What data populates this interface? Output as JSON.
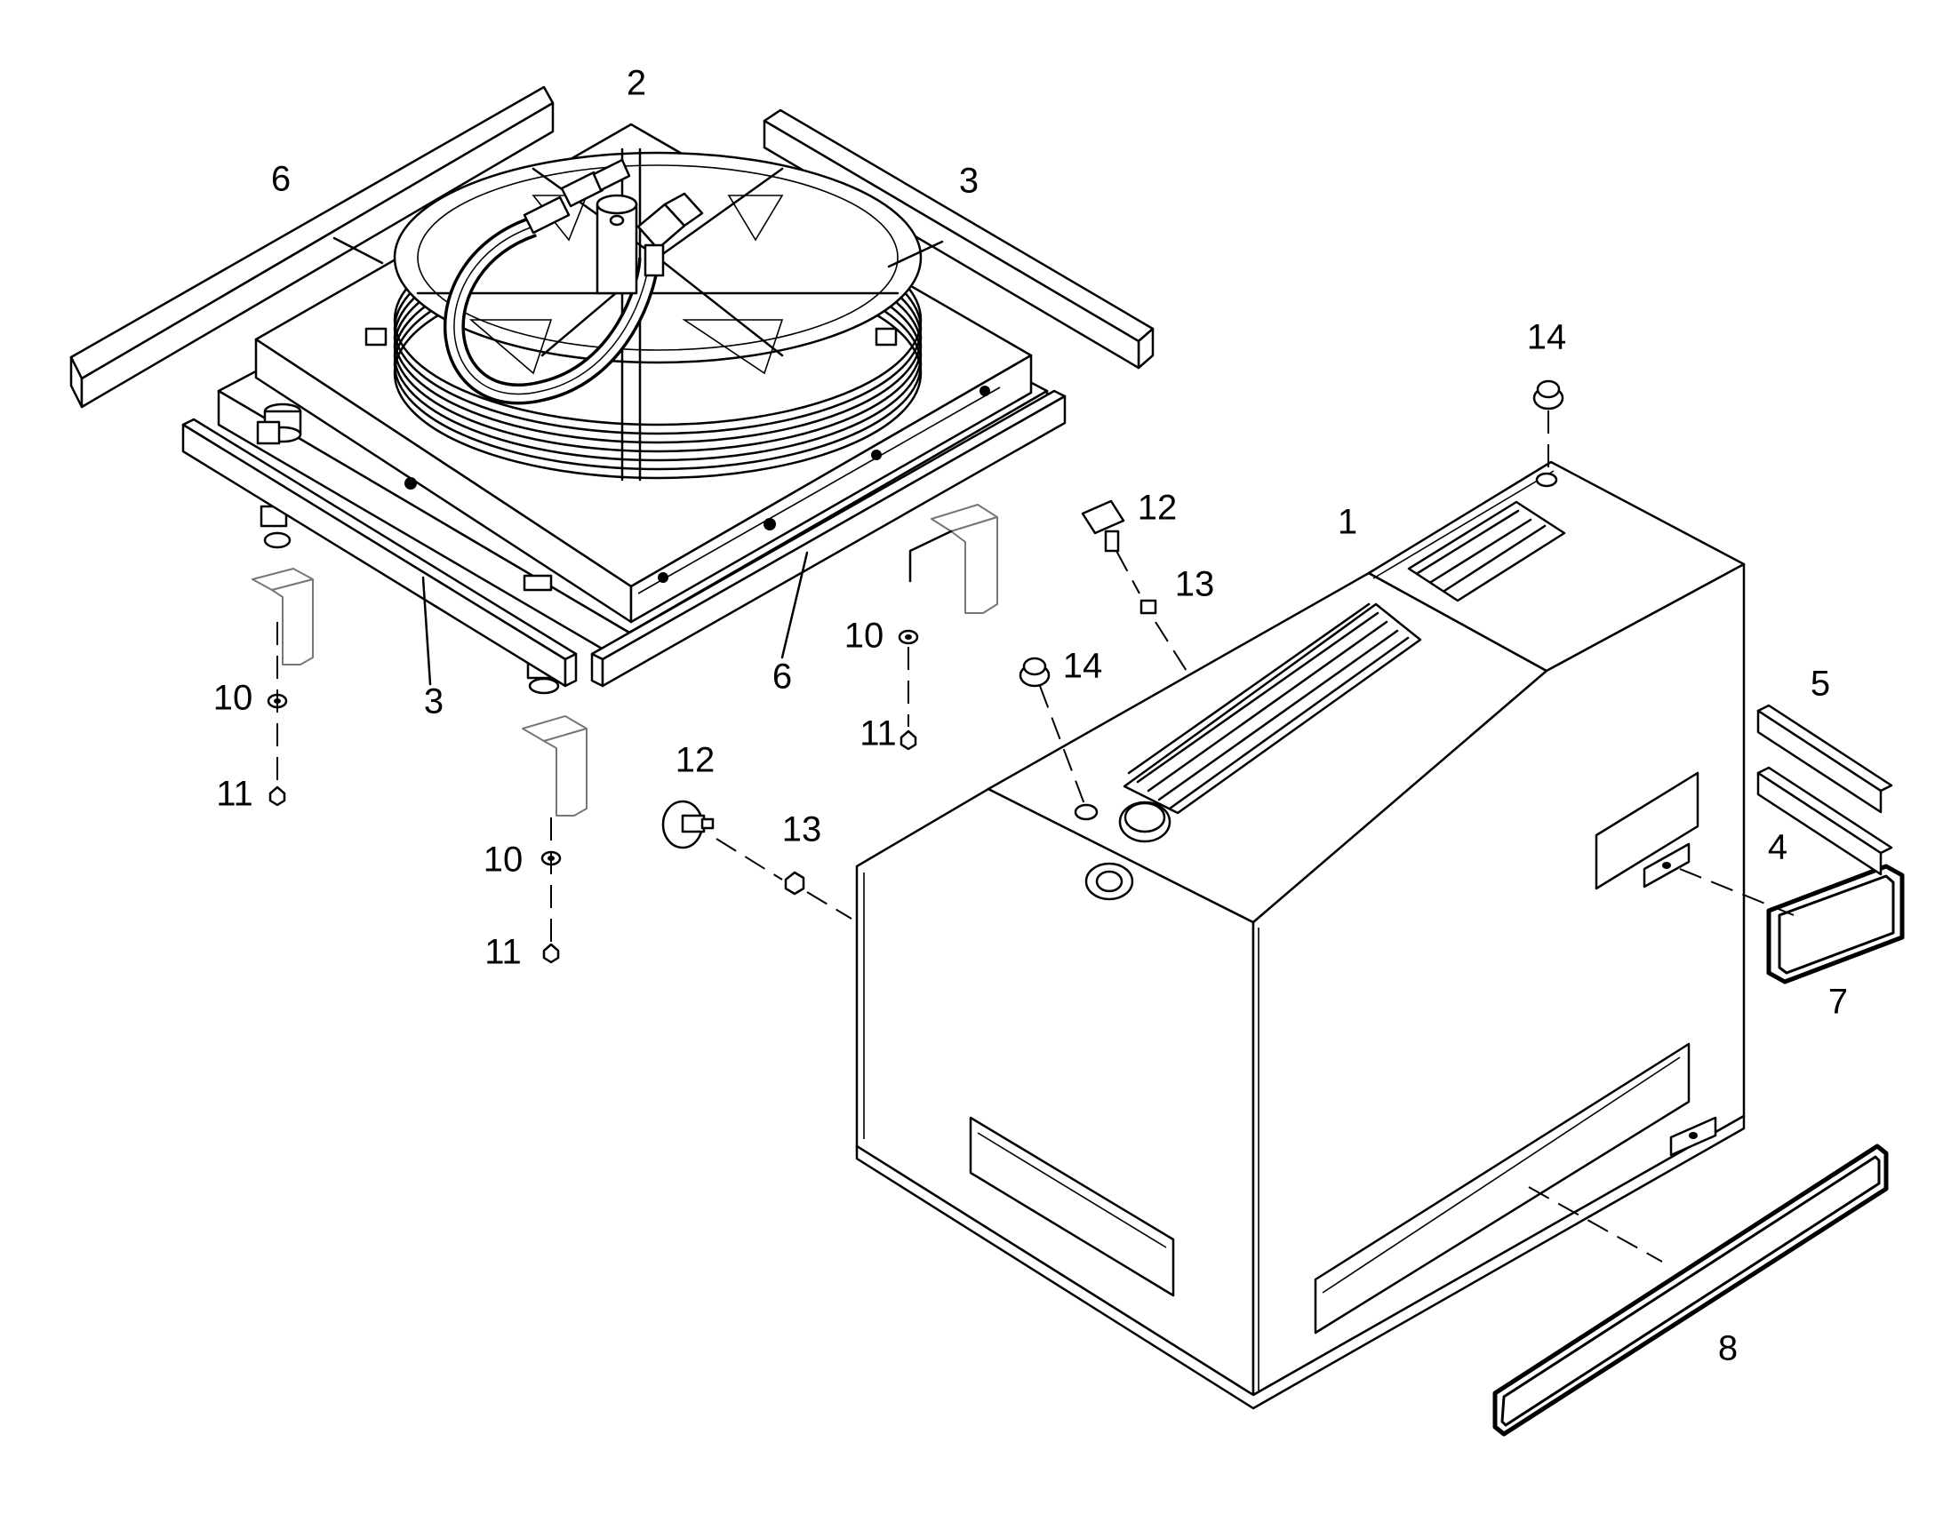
{
  "labels": {
    "l1": "1",
    "l2": "2",
    "l3a": "3",
    "l3b": "3",
    "l4": "4",
    "l5": "5",
    "l6a": "6",
    "l6b": "6",
    "l7": "7",
    "l8": "8",
    "l10a": "10",
    "l10b": "10",
    "l10c": "10",
    "l11a": "11",
    "l11b": "11",
    "l11c": "11",
    "l12a": "12",
    "l12b": "12",
    "l13a": "13",
    "l13b": "13",
    "l14a": "14",
    "l14b": "14"
  }
}
